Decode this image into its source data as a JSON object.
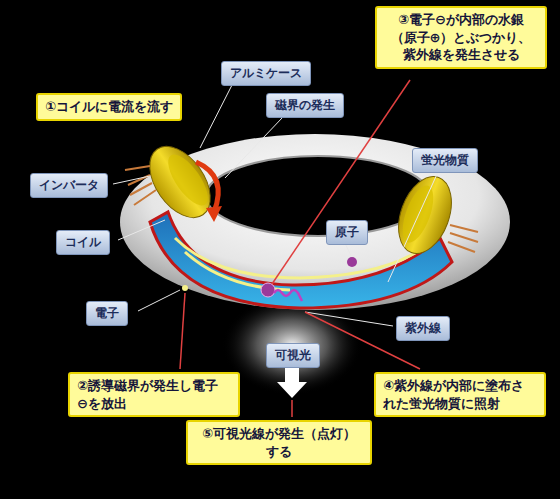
{
  "diagram": {
    "nodes": [
      {
        "text": [
          "③電子⊖が内部の水銀 （原子⊕）とぶつかり、 紫外線を発生させる"
        ]
      },
      {
        "text": [
          "アルミケース"
        ]
      },
      {
        "text": [
          "①コイルに電流を流す"
        ]
      },
      {
        "text": [
          "磁界の発生"
        ]
      },
      {
        "text": [
          "蛍光物質"
        ]
      },
      {
        "text": [
          "インバータ"
        ]
      },
      {
        "text": [
          "コイル"
        ]
      },
      {
        "text": [
          "原子"
        ]
      },
      {
        "text": [
          "電子"
        ]
      },
      {
        "text": [
          "紫外線"
        ]
      },
      {
        "text": [
          "可視光"
        ]
      },
      {
        "text": [
          "②誘導磁界が発生し電子 ⊖を放出"
        ]
      },
      {
        "text": [
          "④紫外線が内部に塗布さ れた蛍光物質に照射"
        ]
      },
      {
        "text": [
          "⑤可視光線が発生（点灯） する"
        ]
      }
    ]
  }
}
